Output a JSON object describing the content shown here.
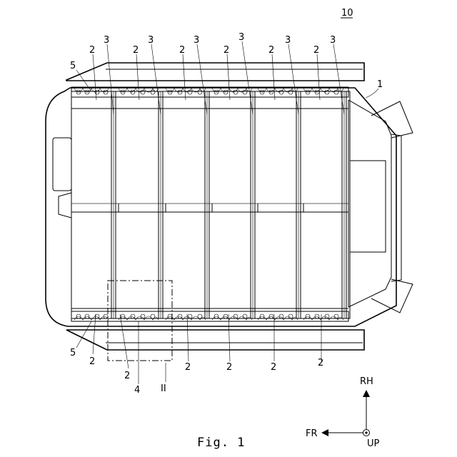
{
  "figure": {
    "reference_number": "10",
    "caption": "Fig. 1"
  },
  "labels": {
    "vehicle": "1",
    "battery_module": "2",
    "cross_member": "3",
    "stacked_module": "4",
    "side_frame": "5",
    "section_marker": "II"
  },
  "directions": {
    "up": "RH",
    "left": "FR",
    "origin": "UP"
  }
}
